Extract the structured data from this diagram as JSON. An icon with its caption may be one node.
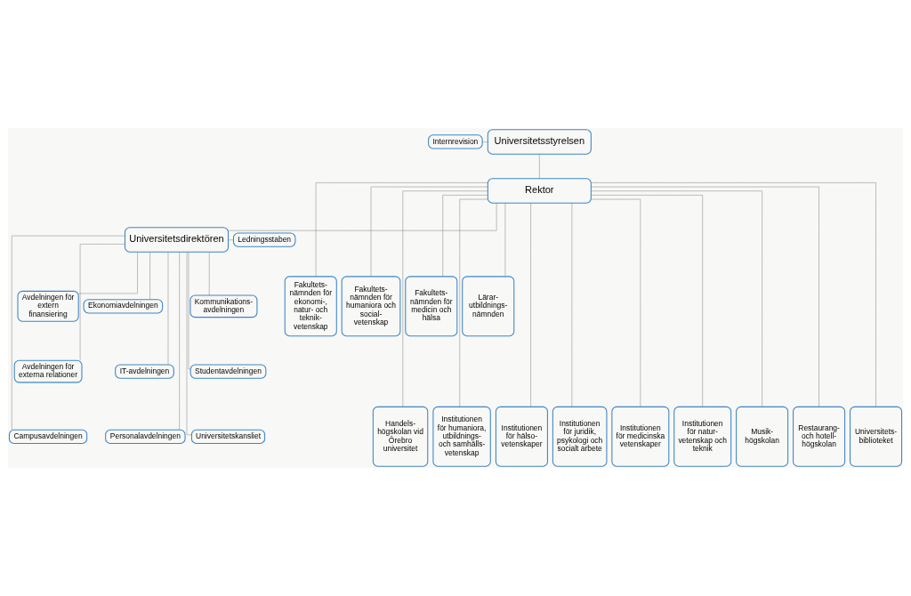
{
  "diagram": {
    "nodes": [
      {
        "text": [
          "Internrevision"
        ]
      },
      {
        "text": [
          "Universitetsstyrelsen"
        ]
      },
      {
        "text": [
          "Rektor"
        ]
      },
      {
        "text": [
          "Universitetsdirektören"
        ]
      },
      {
        "text": [
          "Ledningsstaben"
        ]
      },
      {
        "text": [
          "Fakultets- nämnden för ekonomi-, natur- och teknik- vetenskap"
        ]
      },
      {
        "text": [
          "Fakultets- nämnden för humaniora och social- vetenskap"
        ]
      },
      {
        "text": [
          "Fakultets- nämnden för medicin och hälsa"
        ]
      },
      {
        "text": [
          "Lärar- utbildnings- nämnden"
        ]
      },
      {
        "text": [
          "Avdelningen för extern finansiering"
        ]
      },
      {
        "text": [
          "Ekonomiavdelningen"
        ]
      },
      {
        "text": [
          "Kommunikations- avdelningen"
        ]
      },
      {
        "text": [
          "Avdelningen för externa relationer"
        ]
      },
      {
        "text": [
          "IT-avdelningen"
        ]
      },
      {
        "text": [
          "Studentavdelningen"
        ]
      },
      {
        "text": [
          "Campusavdelningen"
        ]
      },
      {
        "text": [
          "Personalavdelningen"
        ]
      },
      {
        "text": [
          "Universitetskansliet"
        ]
      },
      {
        "text": [
          "Handels- högskolan vid Örebro universitet"
        ]
      },
      {
        "text": [
          "Institutionen för humaniora, utbildnings- och samhälls- vetenskap"
        ]
      },
      {
        "text": [
          "Institutionen för hälso- vetenskaper"
        ]
      },
      {
        "text": [
          "Institutionen för juridik, psykologi och socialt arbete"
        ]
      },
      {
        "text": [
          "Institutionen för medicinska vetenskaper"
        ]
      },
      {
        "text": [
          "Institutionen för natur- vetenskap och teknik"
        ]
      },
      {
        "text": [
          "Musik- högskolan"
        ]
      },
      {
        "text": [
          "Restaurang- och hotell- högskolan"
        ]
      },
      {
        "text": [
          "Universitets- biblioteket"
        ]
      }
    ],
    "edges": [
      {
        "from": 0,
        "to": 1,
        "arrow": "none"
      },
      {
        "from": 1,
        "to": 2,
        "arrow": "none"
      },
      {
        "from": 2,
        "to": 3,
        "arrow": "none"
      },
      {
        "from": 3,
        "to": 4,
        "arrow": "none"
      },
      {
        "from": 2,
        "to": 5,
        "arrow": "none"
      },
      {
        "from": 2,
        "to": 6,
        "arrow": "none"
      },
      {
        "from": 2,
        "to": 7,
        "arrow": "none"
      },
      {
        "from": 2,
        "to": 8,
        "arrow": "none"
      },
      {
        "from": 3,
        "to": 9,
        "arrow": "none"
      },
      {
        "from": 3,
        "to": 10,
        "arrow": "none"
      },
      {
        "from": 3,
        "to": 11,
        "arrow": "none"
      },
      {
        "from": 3,
        "to": 12,
        "arrow": "none"
      },
      {
        "from": 3,
        "to": 13,
        "arrow": "none"
      },
      {
        "from": 3,
        "to": 14,
        "arrow": "none"
      },
      {
        "from": 3,
        "to": 15,
        "arrow": "none"
      },
      {
        "from": 3,
        "to": 16,
        "arrow": "none"
      },
      {
        "from": 3,
        "to": 17,
        "arrow": "none"
      },
      {
        "from": 2,
        "to": 18,
        "arrow": "none"
      },
      {
        "from": 2,
        "to": 19,
        "arrow": "none"
      },
      {
        "from": 2,
        "to": 20,
        "arrow": "none"
      },
      {
        "from": 2,
        "to": 21,
        "arrow": "none"
      },
      {
        "from": 2,
        "to": 22,
        "arrow": "none"
      },
      {
        "from": 2,
        "to": 23,
        "arrow": "none"
      },
      {
        "from": 2,
        "to": 24,
        "arrow": "none"
      },
      {
        "from": 2,
        "to": 25,
        "arrow": "none"
      },
      {
        "from": 2,
        "to": 26,
        "arrow": "none"
      }
    ]
  }
}
